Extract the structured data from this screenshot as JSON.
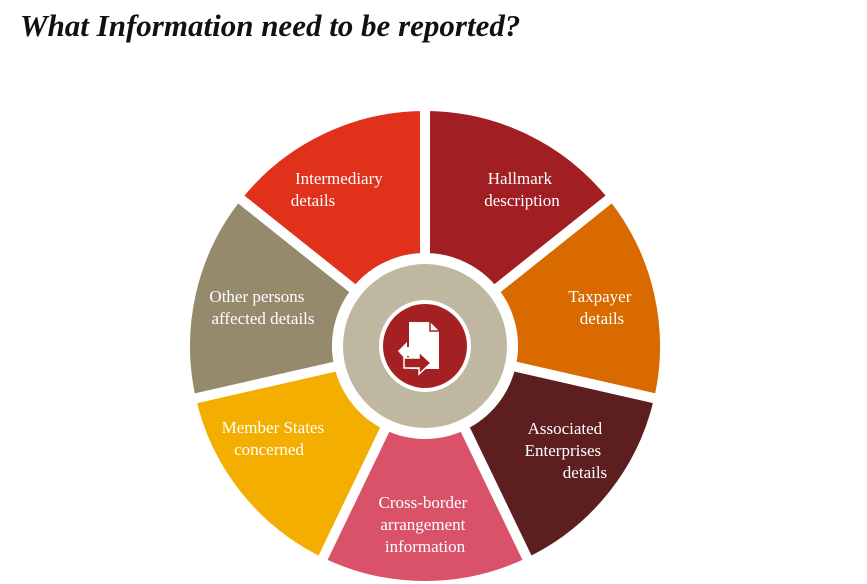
{
  "title": "What Information need to be reported?",
  "segments": [
    {
      "label_lines": [
        "Hallmark",
        "description"
      ],
      "color": "#A11E22"
    },
    {
      "label_lines": [
        "Taxpayer",
        "details"
      ],
      "color": "#D86A00"
    },
    {
      "label_lines": [
        "Associated",
        "Enterprises",
        "details"
      ],
      "color": "#5C1E1F"
    },
    {
      "label_lines": [
        "Cross-border",
        "arrangement",
        "information"
      ],
      "color": "#DA516A"
    },
    {
      "label_lines": [
        "Member States",
        "concerned"
      ],
      "color": "#F4AE00"
    },
    {
      "label_lines": [
        "Other persons",
        "affected details"
      ],
      "color": "#958A6C"
    },
    {
      "label_lines": [
        "Intermediary",
        "details"
      ],
      "color": "#E0321A"
    }
  ],
  "center": {
    "ring_color": "#C0B7A0",
    "icon_bg": "#A52023",
    "icon": "document-exchange-icon"
  }
}
